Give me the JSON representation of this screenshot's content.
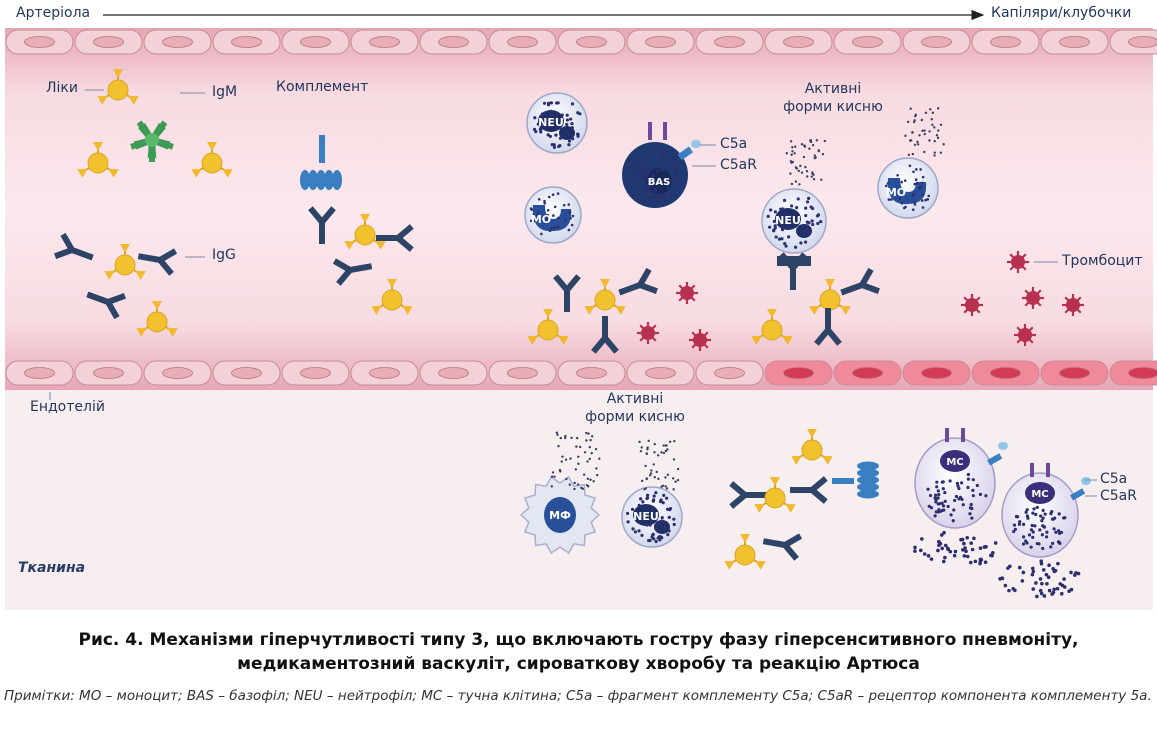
{
  "labels": {
    "arteriole": "Артеріола",
    "capillaries": "Капіляри/клубочки",
    "drugs": "Ліки",
    "igm": "IgM",
    "igg": "IgG",
    "complement": "Комплемент",
    "ros_top_line1": "Активні",
    "ros_top_line2": "форми кисню",
    "c5a_top": "C5a",
    "c5ar_top": "C5aR",
    "platelet": "Тромбоцит",
    "endothelium": "Ендотелій",
    "ros_bottom_line1": "Активні",
    "ros_bottom_line2": "форми кисню",
    "c5a_bottom": "C5a",
    "c5ar_bottom": "C5aR",
    "tissue": "Тканина"
  },
  "cells": {
    "neu": "NEU",
    "mo": "MO",
    "bas": "BAS",
    "mf": "МФ",
    "mc": "MC"
  },
  "caption": {
    "line1": "Рис. 4. Механізми гіперчутливості типу 3, що включають гостру фазу гіперсенситивного пневмоніту,",
    "line2": "медикаментозний васкуліт, сироваткову хворобу та реакцію Артюса"
  },
  "notes": "Примітки: MO – моноцит; BAS – базофіл; NEU – нейтрофіл; MC – тучна клітина; C5a – фрагмент комплементу C5a; C5aR – рецептор компонента комплементу 5a.",
  "colors": {
    "vessel": "#f3c5cf",
    "tissue": "#f7eef0",
    "endothelial_cell": "#f2d2d6",
    "damaged_cell": "#e56c7e",
    "antibody": "#2d4466",
    "igm": "#3c9a52",
    "drug": "#f2c12e",
    "platelet": "#b8304f",
    "cell_dots": "#2c2f6e"
  }
}
